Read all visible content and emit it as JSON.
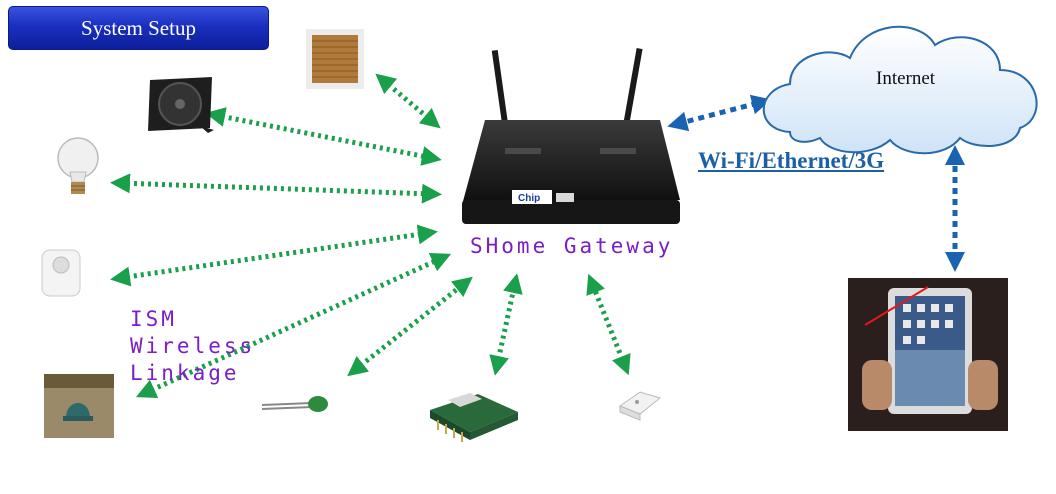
{
  "title": "System Setup",
  "gateway_label": "SHome Gateway",
  "ism_label": [
    "ISM",
    "Wireless",
    "Linkage"
  ],
  "network_label": "Wi-Fi/Ethernet/3G",
  "cloud_label": "Internet",
  "router_sticker": "Chip",
  "colors": {
    "title_bg": "#1a2fbf",
    "ism_link_green": "#1aa04a",
    "network_link_blue": "#1a63b0",
    "label_purple": "#7a1ec8"
  },
  "devices": [
    "window-blind",
    "fan",
    "light-bulb",
    "motion-sensor",
    "door-bell",
    "temperature-probe",
    "rf-module",
    "sensor-chip",
    "tablet",
    "router",
    "cloud"
  ]
}
